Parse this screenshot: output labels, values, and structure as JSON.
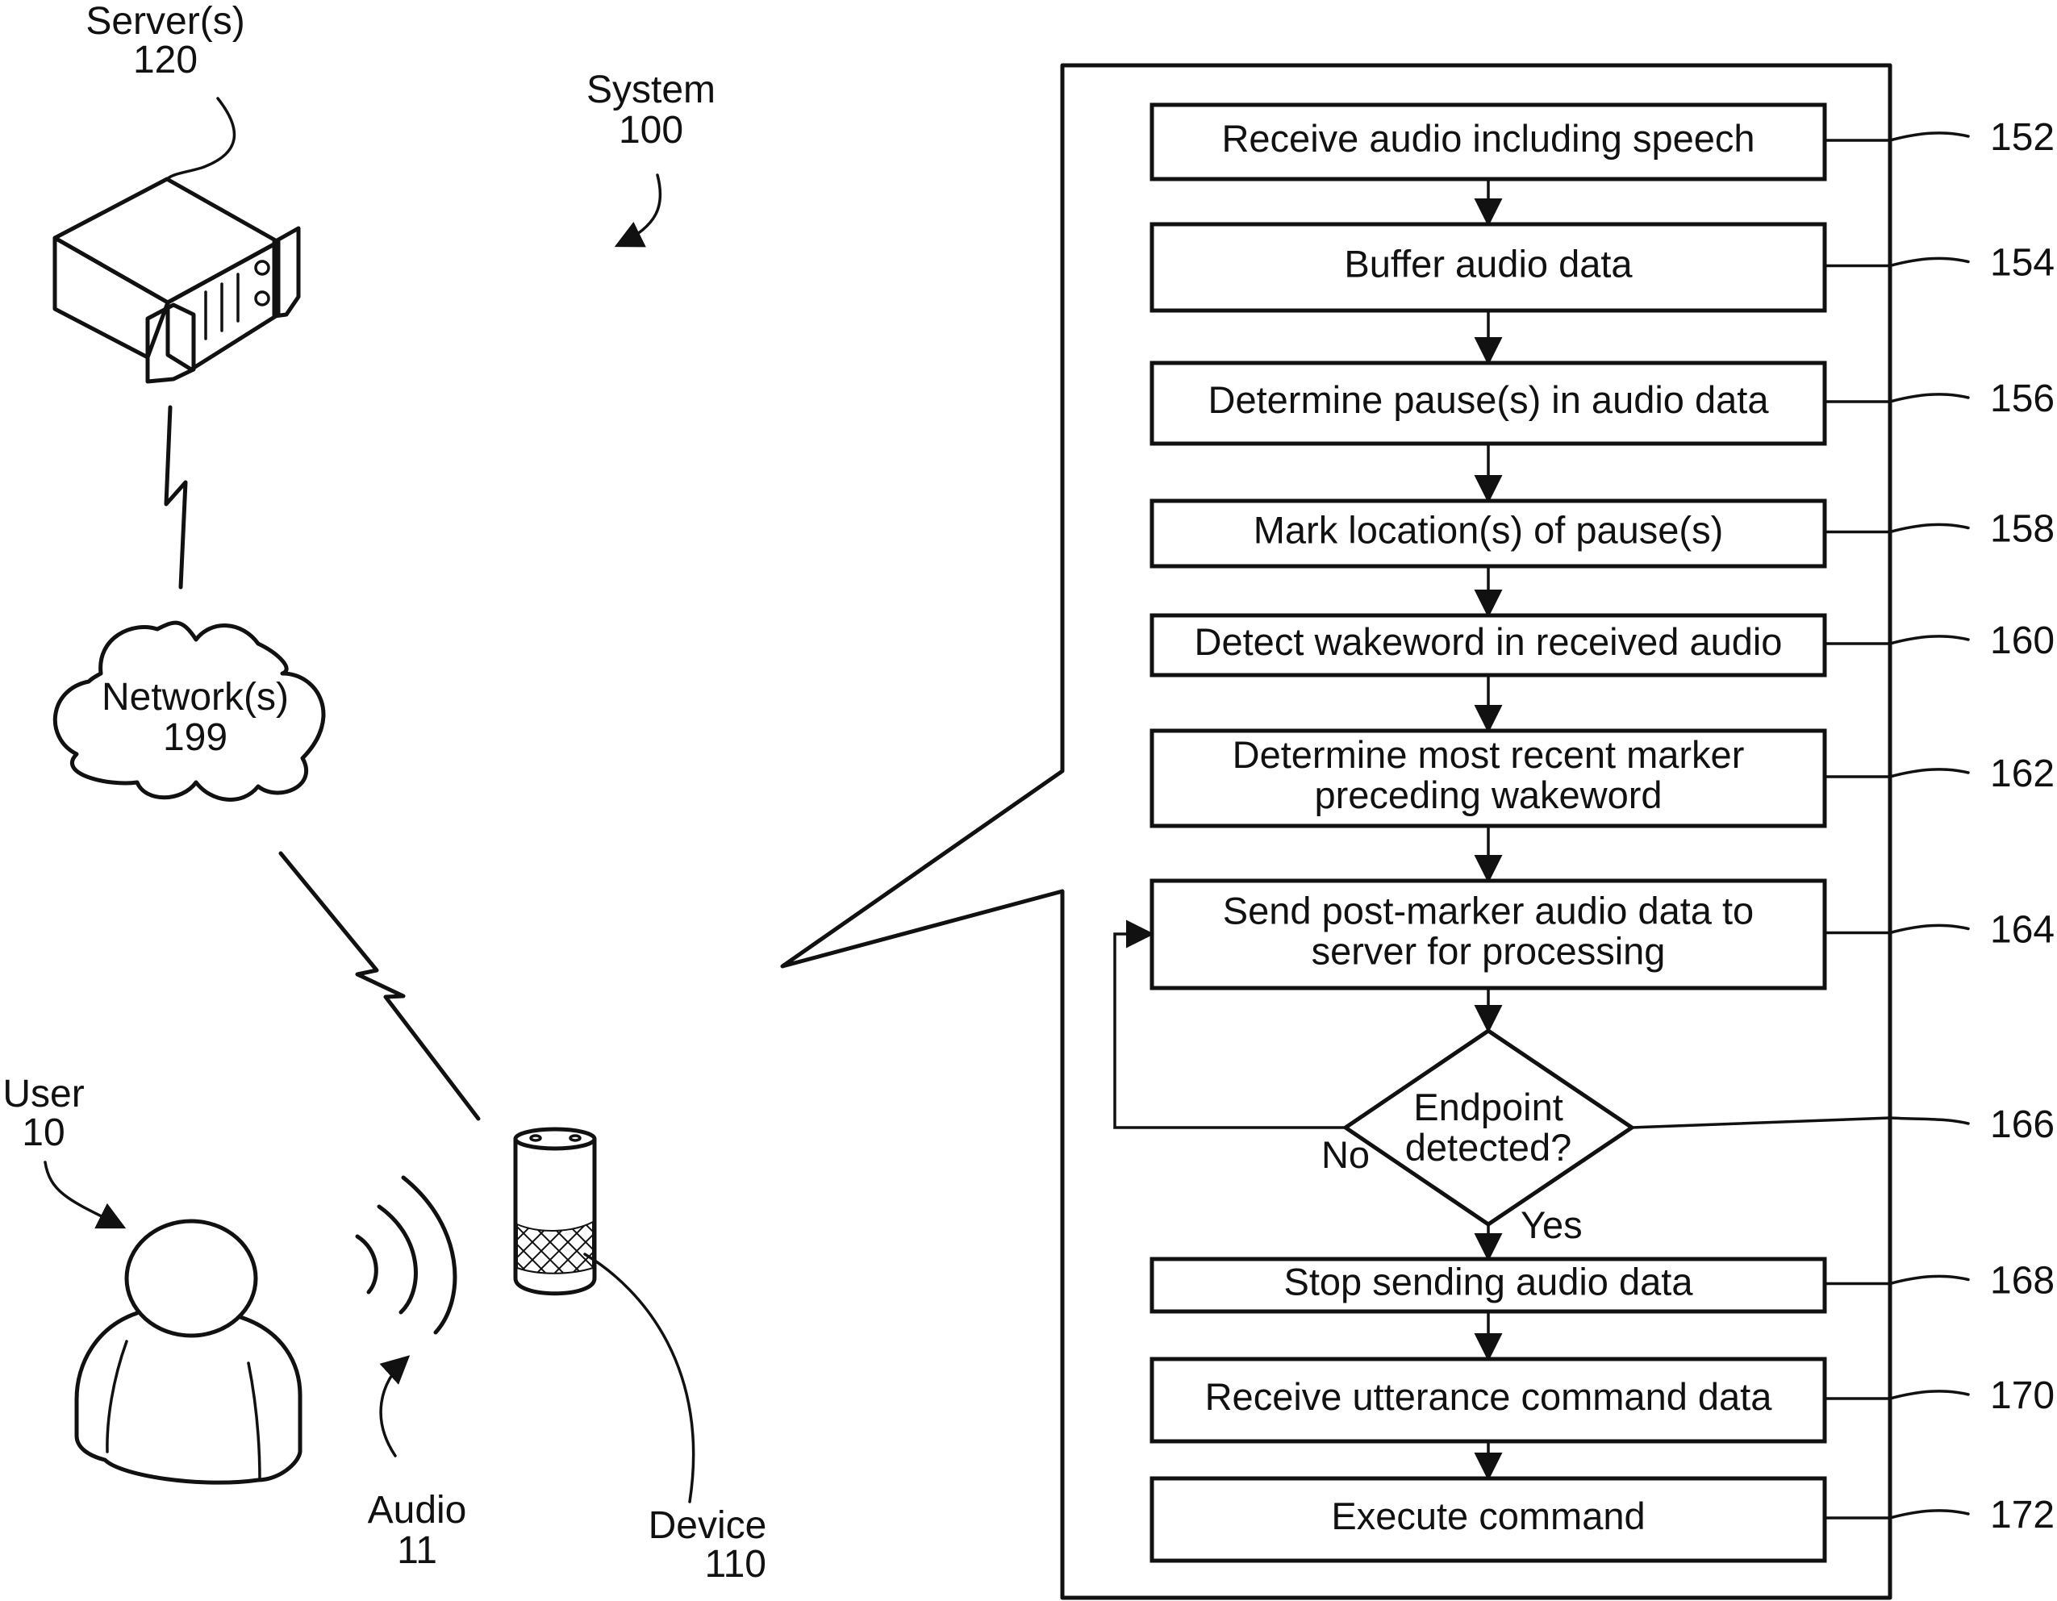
{
  "figure": {
    "system_label": {
      "name": "System",
      "ref": "100"
    },
    "components": {
      "server": {
        "name": "Server(s)",
        "ref": "120"
      },
      "network": {
        "name": "Network(s)",
        "ref": "199"
      },
      "user": {
        "name": "User",
        "ref": "10"
      },
      "audio": {
        "name": "Audio",
        "ref": "11"
      },
      "device": {
        "name": "Device",
        "ref": "110"
      }
    },
    "flowchart": {
      "steps": [
        {
          "id": "152",
          "lines": [
            "Receive audio including speech"
          ]
        },
        {
          "id": "154",
          "lines": [
            "Buffer audio data"
          ]
        },
        {
          "id": "156",
          "lines": [
            "Determine pause(s) in audio data"
          ]
        },
        {
          "id": "158",
          "lines": [
            "Mark location(s) of pause(s)"
          ]
        },
        {
          "id": "160",
          "lines": [
            "Detect wakeword in received audio"
          ]
        },
        {
          "id": "162",
          "lines": [
            "Determine most recent marker",
            "preceding wakeword"
          ]
        },
        {
          "id": "164",
          "lines": [
            "Send post-marker audio data to",
            "server for processing"
          ]
        },
        {
          "id": "166",
          "type": "decision",
          "lines": [
            "Endpoint",
            "detected?"
          ],
          "no_label": "No",
          "yes_label": "Yes"
        },
        {
          "id": "168",
          "lines": [
            "Stop sending audio data"
          ]
        },
        {
          "id": "170",
          "lines": [
            "Receive utterance command data"
          ]
        },
        {
          "id": "172",
          "lines": [
            "Execute command"
          ]
        }
      ]
    }
  }
}
